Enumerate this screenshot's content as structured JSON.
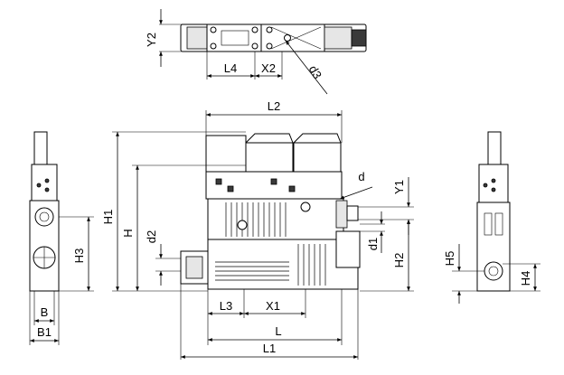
{
  "labels": {
    "Y2": "Y2",
    "L4": "L4",
    "X2": "X2",
    "d3": "d3",
    "L2": "L2",
    "H1": "H1",
    "H": "H",
    "d": "d",
    "Y1": "Y1",
    "d2": "d2",
    "d1": "d1",
    "H2": "H2",
    "H3": "H3",
    "H5": "H5",
    "H4": "H4",
    "B": "B",
    "B1": "B1",
    "L3": "L3",
    "X1": "X1",
    "L": "L",
    "L1": "L1"
  }
}
